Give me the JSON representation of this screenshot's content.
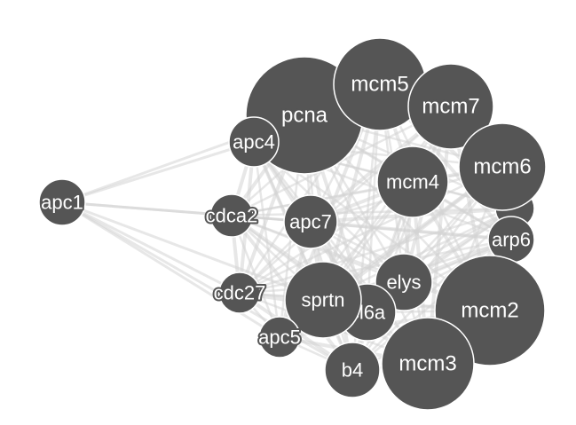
{
  "graph": {
    "node_color": "#555555",
    "edge_color": "#d4d4d4",
    "label_color": "#ffffff",
    "nodes": [
      {
        "id": "apc1",
        "label": "apc1"
      },
      {
        "id": "pcna",
        "label": "pcna"
      },
      {
        "id": "mcm5",
        "label": "mcm5"
      },
      {
        "id": "mcm7",
        "label": "mcm7"
      },
      {
        "id": "apc4",
        "label": "apc4"
      },
      {
        "id": "mcm6",
        "label": "mcm6"
      },
      {
        "id": "mcm4",
        "label": "mcm4"
      },
      {
        "id": "cdca2",
        "label": "cdca2"
      },
      {
        "id": "apc7",
        "label": "apc7"
      },
      {
        "id": "arp6",
        "label": "arp6"
      },
      {
        "id": "cdc27",
        "label": "cdc27"
      },
      {
        "id": "elys",
        "label": "elys"
      },
      {
        "id": "sprtn",
        "label": "sprtn"
      },
      {
        "id": "cl6a",
        "label": "cl6a"
      },
      {
        "id": "mcm2",
        "label": "mcm2"
      },
      {
        "id": "apc5",
        "label": "apc5"
      },
      {
        "id": "b4",
        "label": "b4"
      },
      {
        "id": "mcm3",
        "label": "mcm3"
      },
      {
        "id": "hidden1",
        "label": ""
      }
    ]
  }
}
